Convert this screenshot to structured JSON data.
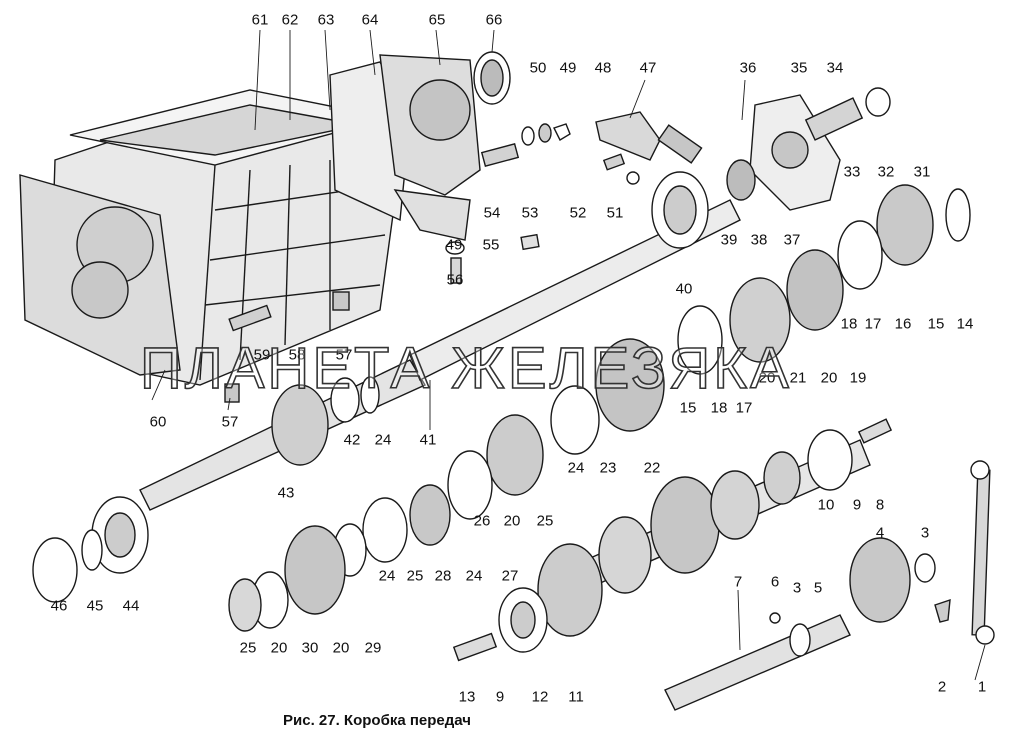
{
  "caption": "Рис. 27. Коробка передач",
  "watermark": "ПЛАНЕТА ЖЕЛЕЗЯКА",
  "part_labels": [
    "61",
    "62",
    "63",
    "64",
    "65",
    "66",
    "50",
    "49",
    "48",
    "47",
    "36",
    "35",
    "34",
    "33",
    "32",
    "31",
    "54",
    "53",
    "52",
    "51",
    "39",
    "38",
    "37",
    "49",
    "55",
    "56",
    "40",
    "14",
    "15",
    "16",
    "17",
    "18",
    "59",
    "58",
    "57",
    "60",
    "20",
    "21",
    "20",
    "19",
    "15",
    "18",
    "17",
    "57",
    "42",
    "24",
    "41",
    "43",
    "23",
    "22",
    "24",
    "26",
    "20",
    "25",
    "10",
    "9",
    "8",
    "46",
    "45",
    "44",
    "24",
    "25",
    "28",
    "24",
    "27",
    "4",
    "3",
    "25",
    "20",
    "30",
    "20",
    "29",
    "7",
    "6",
    "3",
    "5",
    "2",
    "1",
    "13",
    "9",
    "12",
    "11"
  ],
  "colors": {
    "line": "#1a1a1a",
    "shade": "#bdbdbd",
    "paper": "#ffffff"
  }
}
